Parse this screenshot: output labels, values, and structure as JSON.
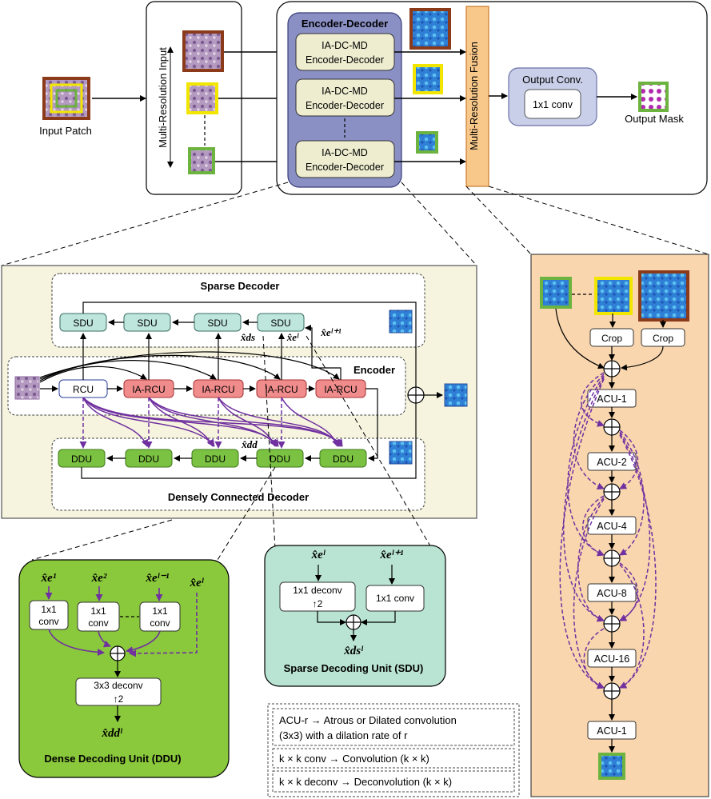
{
  "top": {
    "input_patch": "Input Patch",
    "multi_res_input": "Multi-Resolution Input",
    "encoder_decoder_title": "Encoder-Decoder",
    "ia_line1": "IA-DC-MD",
    "ia_line2": "Encoder-Decoder",
    "mrf": "Multi-Resolution Fusion",
    "output_conv": "Output Conv.",
    "conv1x1": "1x1 conv",
    "output_mask": "Output Mask"
  },
  "middle": {
    "sparse_decoder": "Sparse Decoder",
    "encoder": "Encoder",
    "densely_connected_decoder": "Densely Connected Decoder",
    "sdu": "SDU",
    "ddu": "DDU",
    "rcu": "RCU",
    "ia_rcu": "IA-RCU",
    "x_ds": "x̂ds",
    "x_e_l": "x̂eˡ",
    "x_e_l1": "x̂eˡ⁺¹",
    "x_dd": "x̂dd"
  },
  "ddu_detail": {
    "x1": "x̂e¹",
    "x2": "x̂e²",
    "xl1": "x̂eˡ⁻¹",
    "xl": "x̂eˡ",
    "conv_a": "1x1",
    "conv_b": "conv",
    "deconv": "3x3 deconv",
    "up2": "↑2",
    "out": "x̂ddˡ",
    "title": "Dense Decoding Unit (DDU)"
  },
  "sdu_detail": {
    "xe": "x̂eˡ",
    "xe1": "x̂eˡ⁺¹",
    "deconv": "1x1 deconv",
    "up2": "↑2",
    "conv": "1x1 conv",
    "out": "x̂dsˡ",
    "title": "Sparse Decoding Unit (SDU)"
  },
  "legend": {
    "l1a": "ACU-r → Atrous or Dilated convolution",
    "l1b": "(3x3) with a dilation rate of r",
    "l2": "k × k  conv → Convolution (k × k)",
    "l3": "k × k deconv → Deconvolution (k × k)"
  },
  "right": {
    "crop": "Crop",
    "acu": [
      "ACU-1",
      "ACU-2",
      "ACU-4",
      "ACU-8",
      "ACU-16",
      "ACU-1"
    ]
  },
  "colors": {
    "purple": "#7030a0",
    "encoder_panel": "#8a8fc4",
    "box_fill": "#eeedd0",
    "mrf": "#f8c88a",
    "output_conv": "#c9cfe8",
    "sdu": "#bfe6dc",
    "ddu": "#7bc242",
    "ia_rcu": "#f08c8c",
    "middle_bg": "#f6f4de",
    "ddu_bg": "#8ac83c",
    "sdu_bg": "#b9e3d3",
    "right_bg": "#f9d6ae"
  }
}
